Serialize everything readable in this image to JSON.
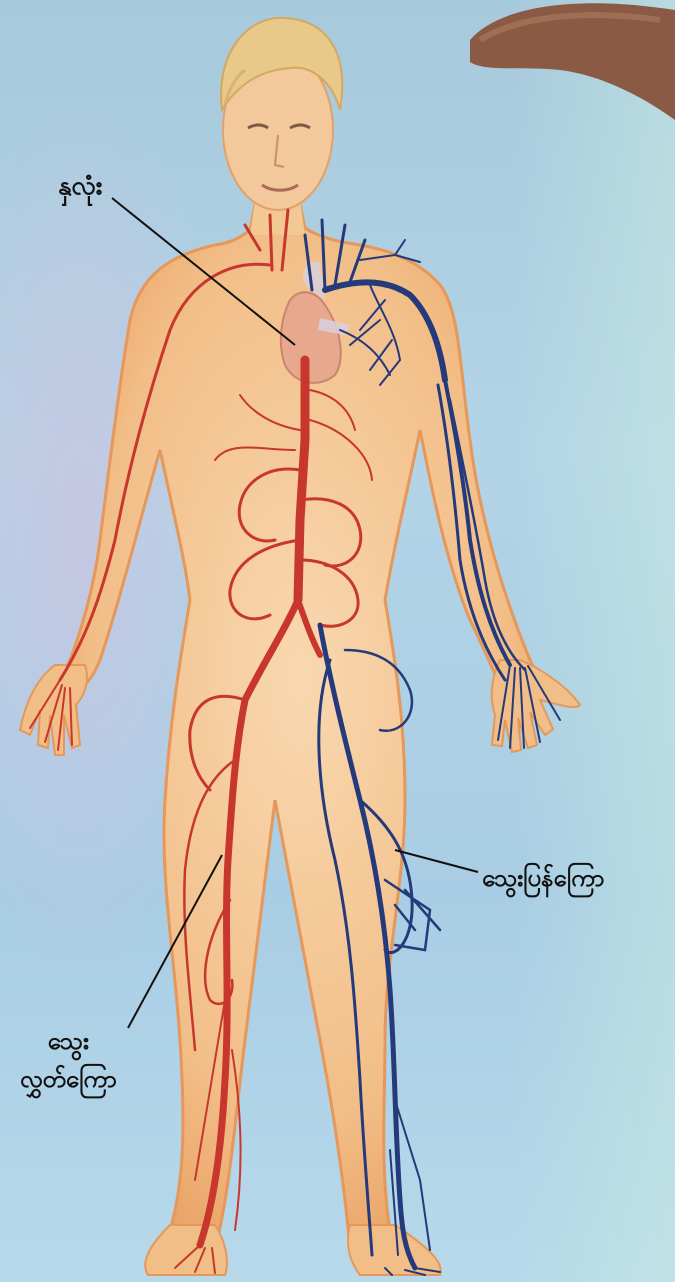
{
  "labels": {
    "heart": "နှလုံး",
    "vein": "သွေးပြန်ကြော",
    "artery_line1": "သွေး",
    "artery_line2": "လွှတ်ကြော"
  },
  "colors": {
    "skin": "#f2c08c",
    "skin_edge": "#e9a264",
    "hair": "#e8c989",
    "artery": "#c8372d",
    "vein": "#243a7a",
    "heart": "#e6a98f",
    "background": "#aecfe2"
  }
}
